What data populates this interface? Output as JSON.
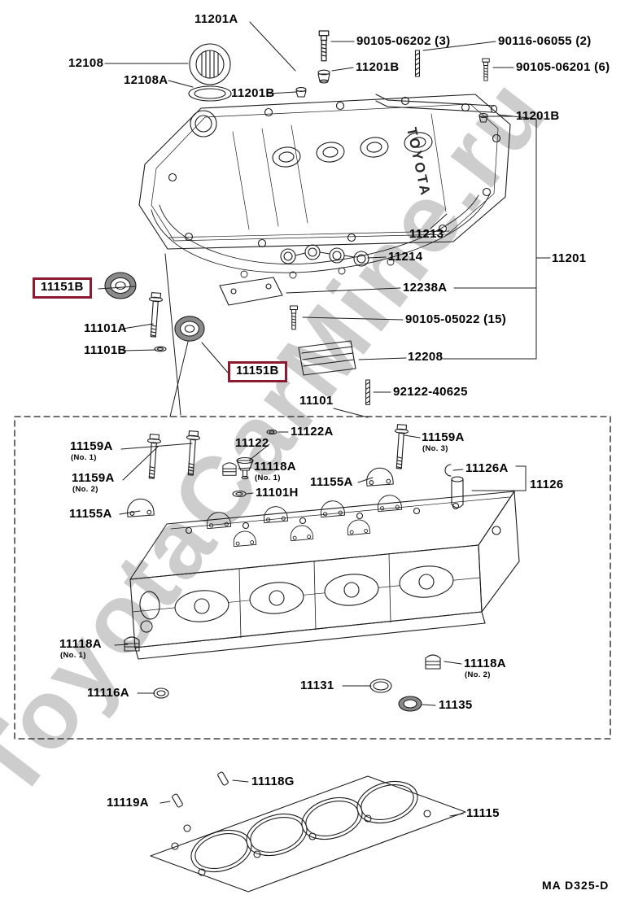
{
  "page": {
    "watermark": "ToyotaCarMine.ru",
    "footer_code": "MA  D325-D",
    "highlight_color": "#8B1A32",
    "background": "#FFFFFF",
    "line_color": "#1C1C1C"
  },
  "diagram": {
    "cover_text": "TOYOTA",
    "description": "Toyota cylinder head and valve cover exploded parts diagram"
  },
  "labels": [
    {
      "text": "11201A"
    },
    {
      "text": "90105-06202 (3)"
    },
    {
      "text": "90116-06055 (2)"
    },
    {
      "text": "11201B"
    },
    {
      "text": "90105-06201 (6)"
    },
    {
      "text": "12108"
    },
    {
      "text": "12108A"
    },
    {
      "text": "11201B"
    },
    {
      "text": "11201B"
    },
    {
      "text": "11213"
    },
    {
      "text": "11214"
    },
    {
      "text": "11201"
    },
    {
      "text": "12238A"
    },
    {
      "text": "11151B",
      "highlighted": true
    },
    {
      "text": "90105-05022 (15)"
    },
    {
      "text": "11101A"
    },
    {
      "text": "11101B"
    },
    {
      "text": "12208"
    },
    {
      "text": "11151B",
      "highlighted": true
    },
    {
      "text": "92122-40625"
    },
    {
      "text": "11101"
    },
    {
      "text": "11122A"
    },
    {
      "text": "11122"
    },
    {
      "text": "11159A",
      "sub": "(No. 1)"
    },
    {
      "text": "11159A",
      "sub": "(No. 3)"
    },
    {
      "text": "11118A",
      "sub": "(No. 1)"
    },
    {
      "text": "11159A",
      "sub": "(No. 2)"
    },
    {
      "text": "11155A"
    },
    {
      "text": "11126A"
    },
    {
      "text": "11101H"
    },
    {
      "text": "11126"
    },
    {
      "text": "11155A"
    },
    {
      "text": "11118A",
      "sub": "(No. 1)"
    },
    {
      "text": "11118A",
      "sub": "(No. 2)"
    },
    {
      "text": "11116A"
    },
    {
      "text": "11131"
    },
    {
      "text": "11135"
    },
    {
      "text": "11118G"
    },
    {
      "text": "11119A"
    },
    {
      "text": "11115"
    }
  ]
}
